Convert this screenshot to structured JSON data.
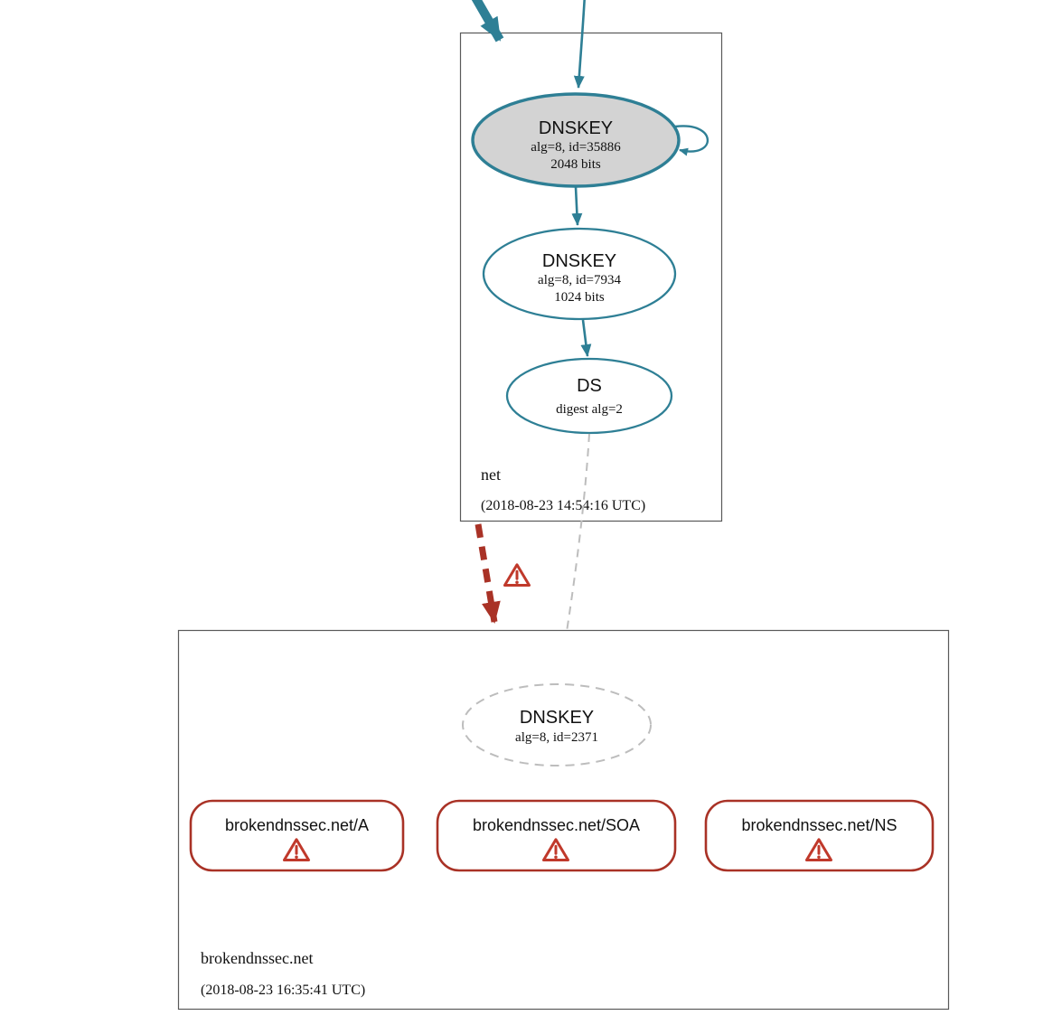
{
  "zones": {
    "net": {
      "name": "net",
      "timestamp": "(2018-08-23 14:54:16 UTC)",
      "ksk": {
        "label": "DNSKEY",
        "detail": "alg=8, id=35886",
        "size": "2048 bits"
      },
      "zsk": {
        "label": "DNSKEY",
        "detail": "alg=8, id=7934",
        "size": "1024 bits"
      },
      "ds": {
        "label": "DS",
        "detail": "digest alg=2"
      }
    },
    "brokendnssec_net": {
      "name": "brokendnssec.net",
      "timestamp": "(2018-08-23 16:35:41 UTC)",
      "dnskey": {
        "label": "DNSKEY",
        "detail": "alg=8, id=2371"
      },
      "rrsets": [
        {
          "label": "brokendnssec.net/A"
        },
        {
          "label": "brokendnssec.net/SOA"
        },
        {
          "label": "brokendnssec.net/NS"
        }
      ]
    }
  },
  "icons": {
    "warning": "warning-triangle-icon"
  },
  "edges": [
    {
      "from": "parent-zone",
      "to": "net.dnskey-35886",
      "style": "solid-teal-arrow"
    },
    {
      "from": "parent-zone",
      "to": "net.zone",
      "style": "thick-solid-teal-arrow"
    },
    {
      "from": "net.dnskey-35886",
      "to": "net.dnskey-35886",
      "style": "teal-self-loop"
    },
    {
      "from": "net.dnskey-35886",
      "to": "net.dnskey-7934",
      "style": "solid-teal-arrow"
    },
    {
      "from": "net.dnskey-7934",
      "to": "net.ds",
      "style": "solid-teal-arrow"
    },
    {
      "from": "net.ds",
      "to": "brokendnssec_net.dnskey-2371",
      "style": "dashed-gray-arrow"
    },
    {
      "from": "net.zone",
      "to": "brokendnssec_net.zone",
      "style": "thick-dashed-red-arrow-with-warning"
    }
  ],
  "colors": {
    "teal": "#2e7f95",
    "node_fill_gray": "#d3d3d3",
    "red": "#a93226",
    "warning_red": "#c0392b",
    "dashed_gray": "#bdbdbd",
    "box_border": "#5a5a5a",
    "text": "#111111"
  }
}
